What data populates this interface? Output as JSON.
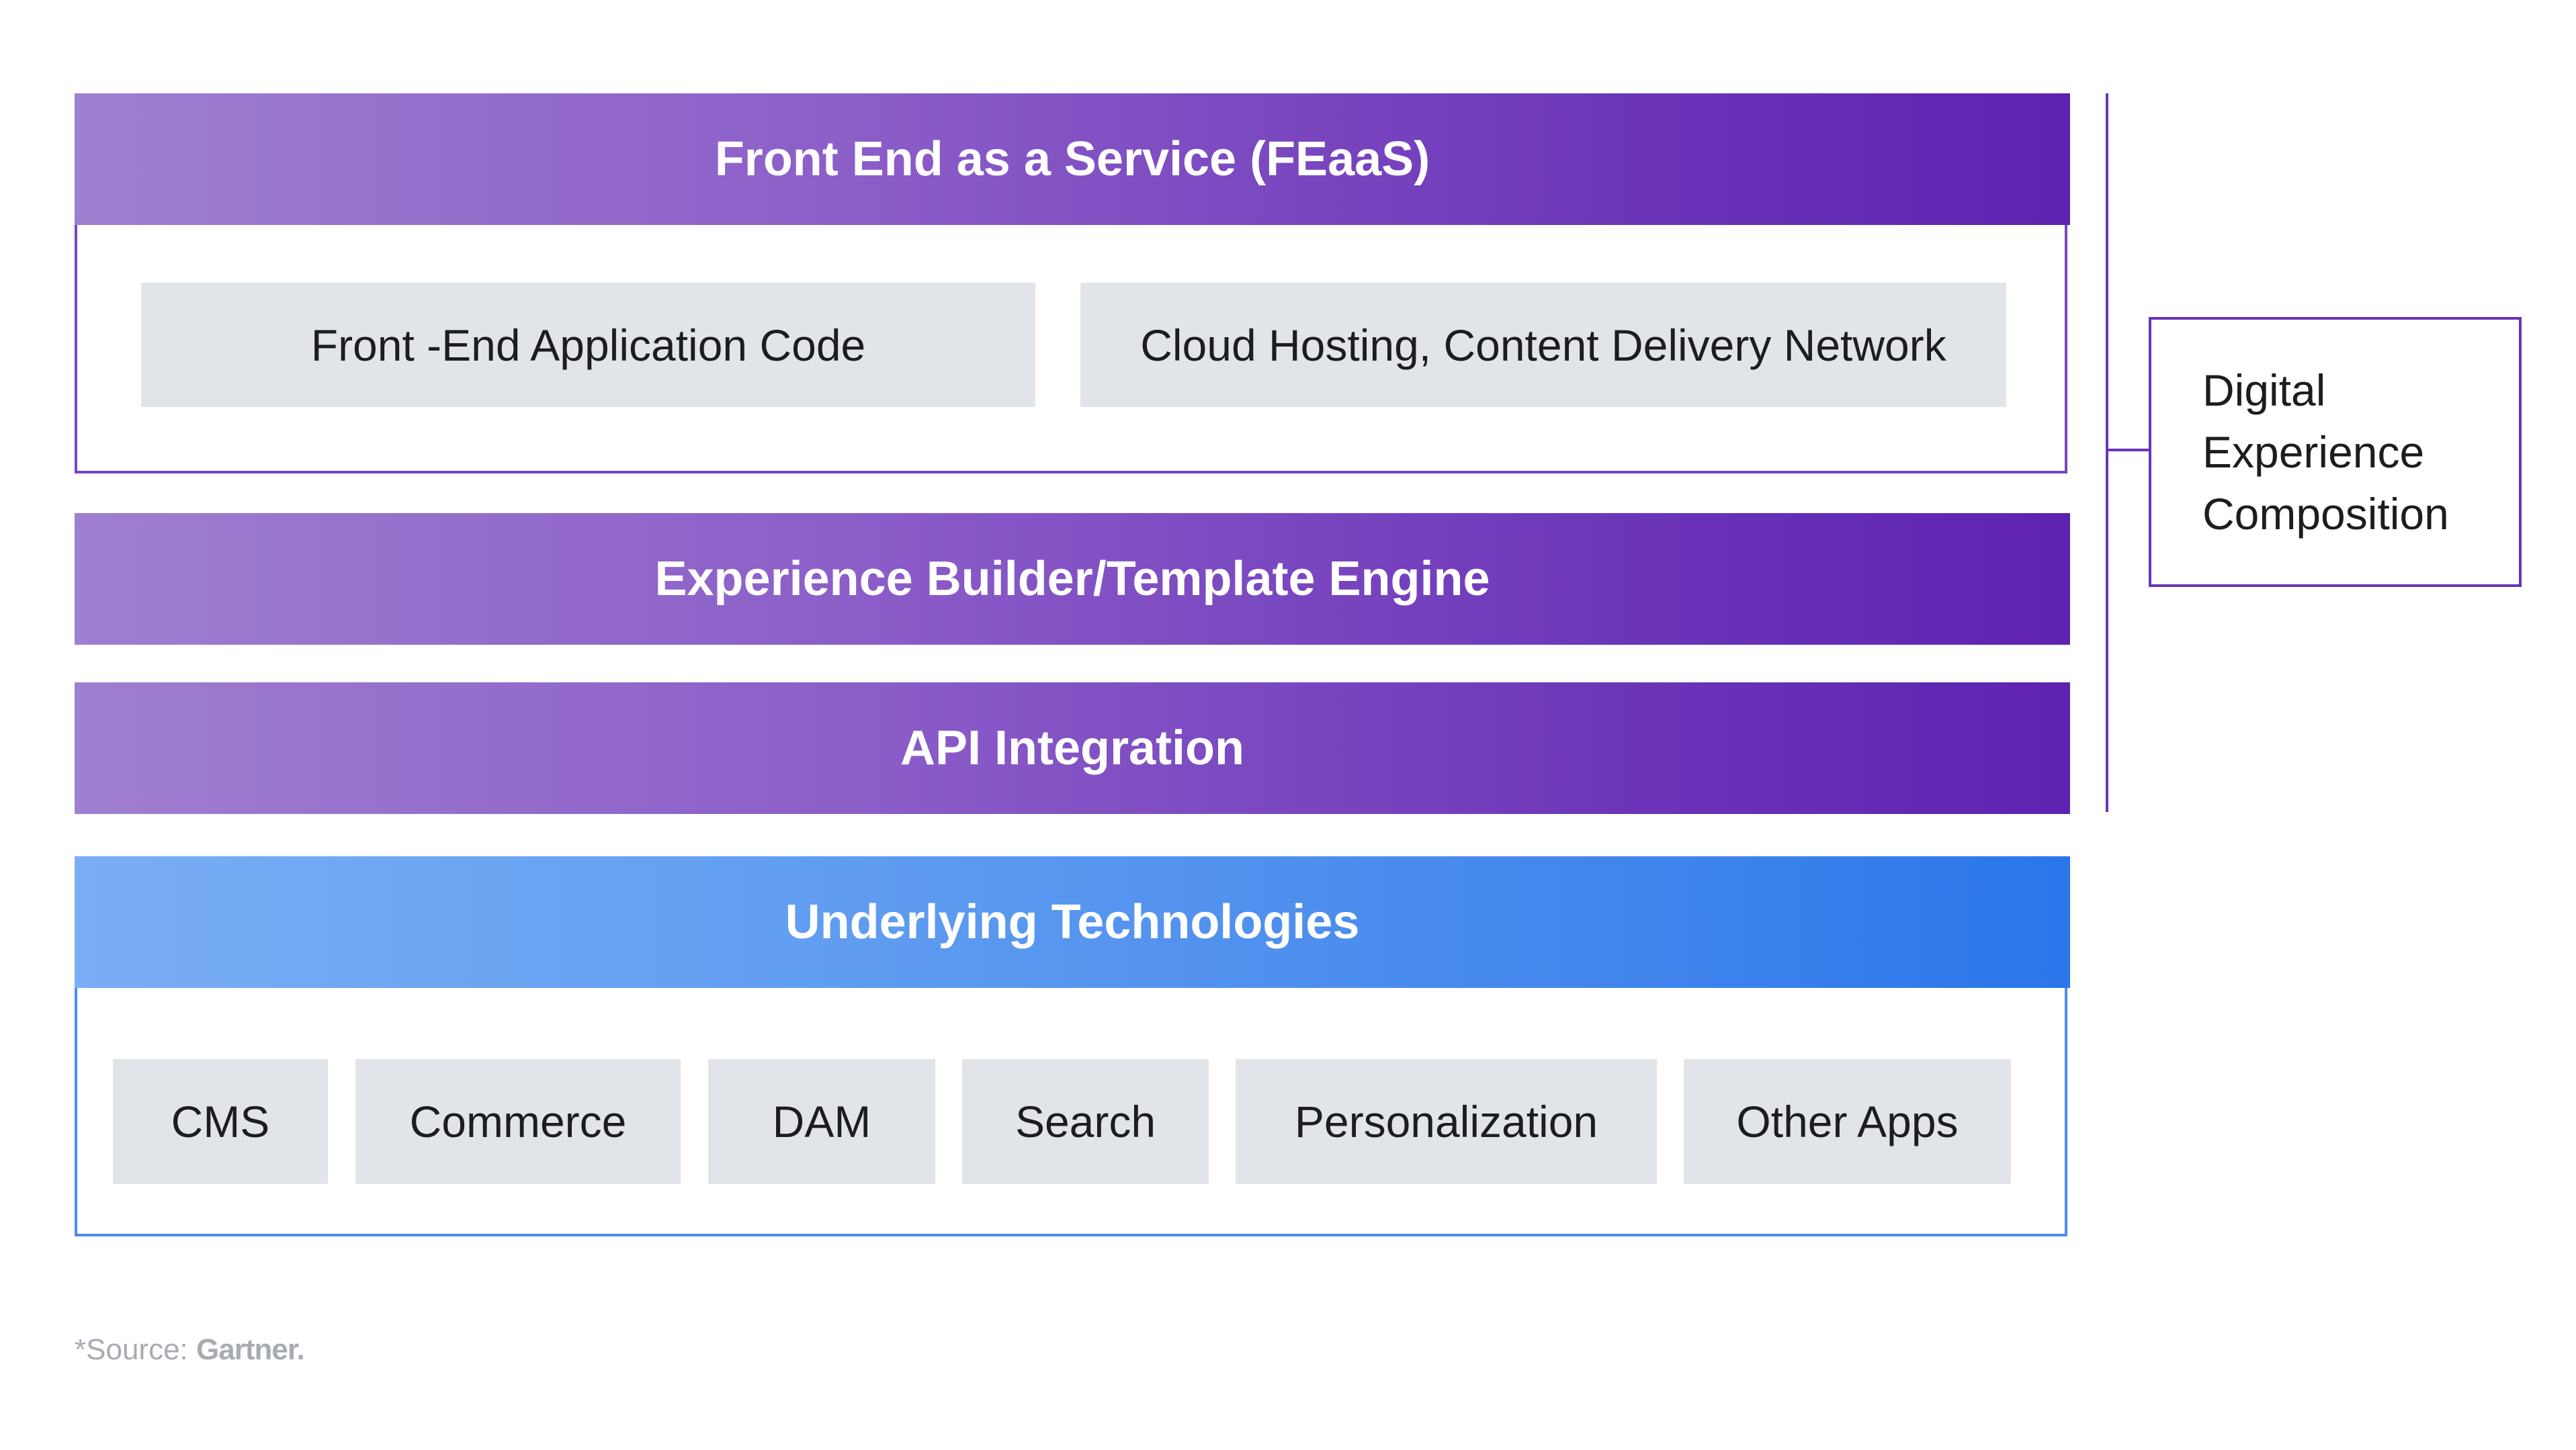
{
  "feaas": {
    "title": "Front End as a Service (FEaaS)",
    "items": [
      "Front -End Application Code",
      "Cloud Hosting, Content Delivery Network"
    ]
  },
  "experience_builder": {
    "title": "Experience Builder/Template Engine"
  },
  "api_integration": {
    "title": "API Integration"
  },
  "underlying": {
    "title": "Underlying Technologies",
    "items": [
      "CMS",
      "Commerce",
      "DAM",
      "Search",
      "Personalization",
      "Other Apps"
    ]
  },
  "dxc": {
    "lines": [
      "Digital",
      "Experience",
      "Composition"
    ]
  },
  "source": {
    "prefix": "*Source:",
    "brand": "Gartner."
  },
  "colors": {
    "purple_start": "#9f7fd0",
    "purple_end": "#5e22b0",
    "blue_start": "#7aadf5",
    "blue_end": "#2a76ea",
    "box_fill": "#e1e5ea",
    "text_dark": "#1d1d1f",
    "source_gray": "#a7abb2"
  }
}
